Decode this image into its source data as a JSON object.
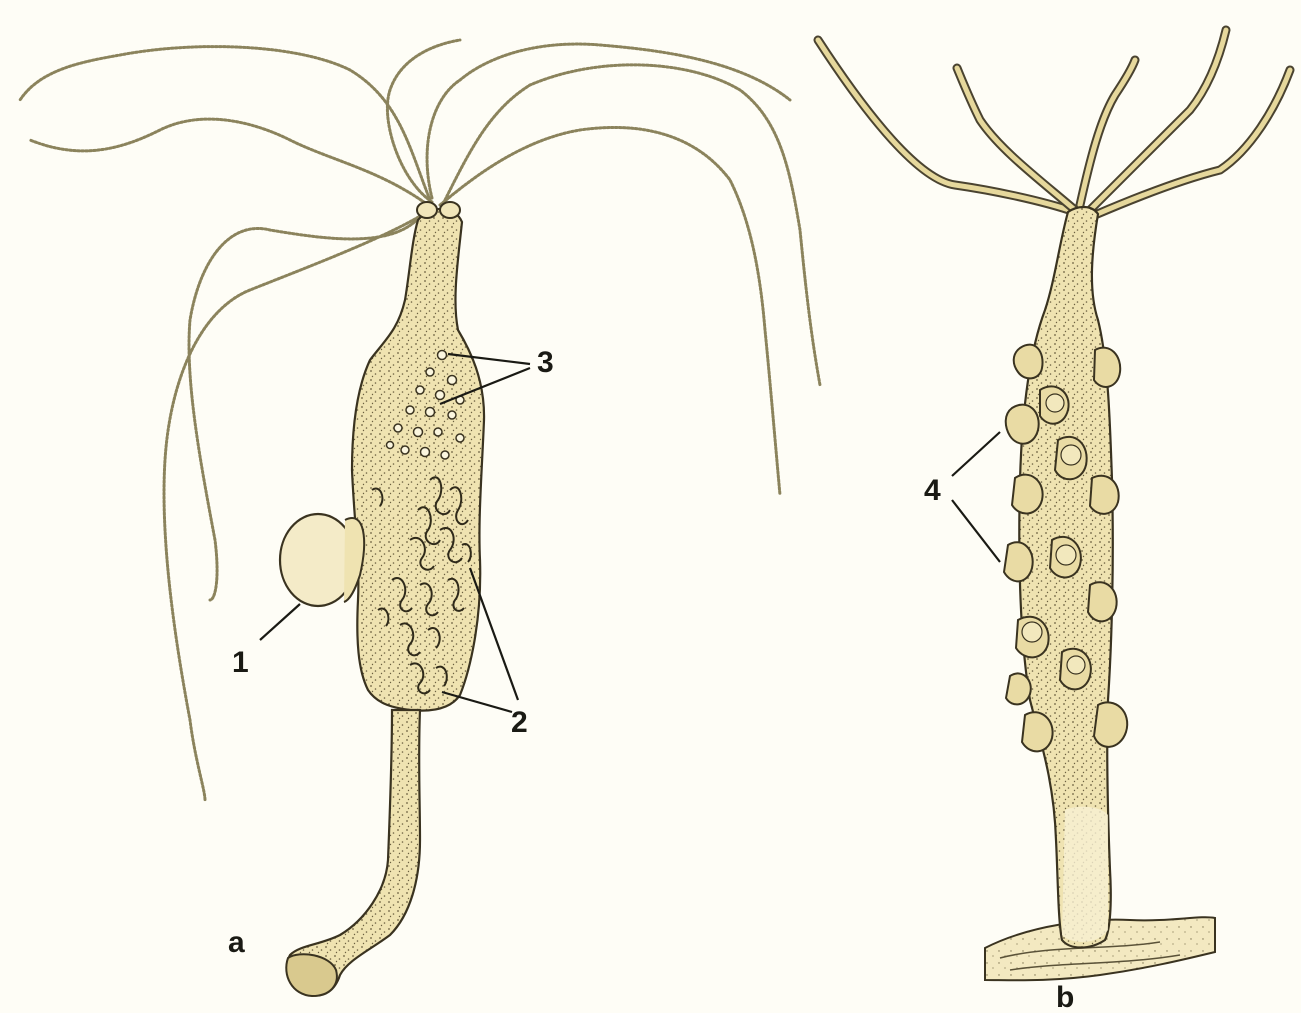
{
  "figure": {
    "panel_a_label": "a",
    "panel_b_label": "b",
    "callouts": {
      "one": "1",
      "two": "2",
      "three": "3",
      "four": "4"
    }
  },
  "colors": {
    "background": "#fefdf6",
    "body": "#efe3b1",
    "outline": "#3a3320",
    "stipple": "#6b6040"
  }
}
